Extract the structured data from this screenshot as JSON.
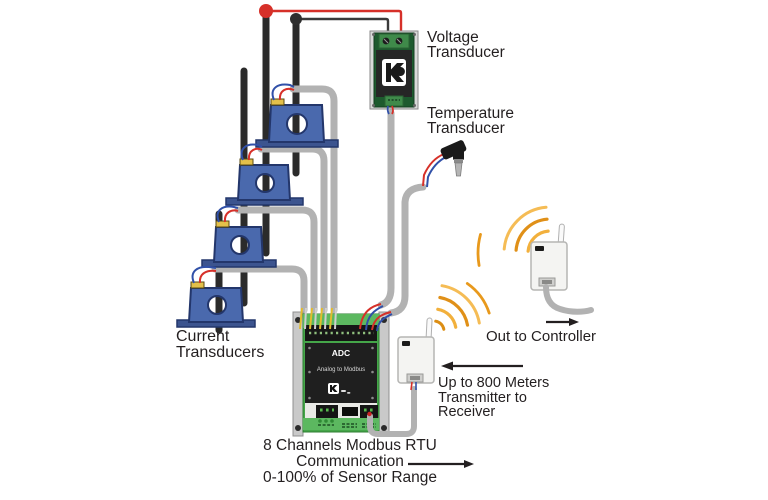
{
  "labels": {
    "voltage_transducer": {
      "line1": "Voltage",
      "line2": "Transducer"
    },
    "temperature_transducer": {
      "line1": "Temperature",
      "line2": "Transducer"
    },
    "current_transducers": {
      "line1": "Current",
      "line2": "Transducers"
    },
    "adc": {
      "title": "ADC",
      "subtitle": "Analog to Modbus"
    },
    "range": {
      "line1": "Up to 800 Meters",
      "line2": "Transmitter to",
      "line3": "Receiver"
    },
    "out_to_controller": "Out to Controller",
    "modbus": {
      "line1": "8 Channels Modbus RTU",
      "line2": "Communication",
      "line3": "0-100% of Sensor Range"
    }
  },
  "colors": {
    "wire_red": "#D63029",
    "wire_blue": "#3050A8",
    "wire_black": "#3A3A3A",
    "wire_yellow": "#E2BB2E",
    "cable_gray": "#B2B2B2",
    "busbar": "#2B2B2B",
    "transducer_blue": "#4A69AD",
    "pcb_green": "#45A649",
    "pcb_dark_green": "#1D5A2E",
    "device_white": "#F4F4F2",
    "wave_orange": "#E8991C",
    "text": "#231F20"
  },
  "icons": {
    "radio_waves": "wireless-signal-arcs",
    "logo_k": "manufacturer-k-logo"
  }
}
